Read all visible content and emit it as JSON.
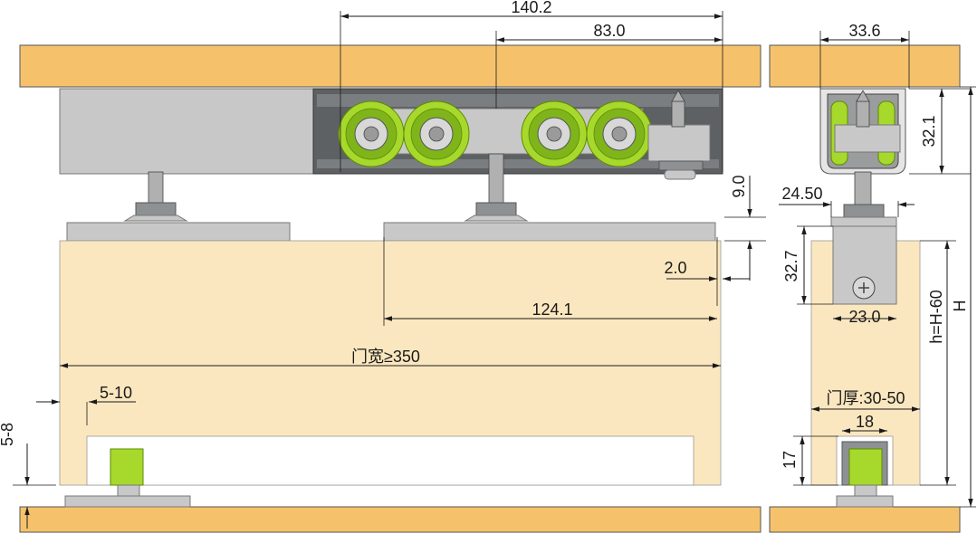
{
  "dimensions": {
    "d_140_2": "140.2",
    "d_83_0": "83.0",
    "d_33_6": "33.6",
    "d_32_1": "32.1",
    "d_9_0": "9.0",
    "d_24_50": "24.50",
    "d_32_7": "32.7",
    "d_2_0": "2.0",
    "d_124_1": "124.1",
    "d_23_0": "23.0",
    "door_width": "门宽≥350",
    "d_5_10": "5-10",
    "d_5_8": "5-8",
    "door_thickness": "门厚:30-50",
    "d_18": "18",
    "d_17": "17",
    "h_label": "h=H-60",
    "H_label": "H"
  },
  "colors": {
    "board": "#f5c26b",
    "door": "#fbe7bf",
    "wheel": "#a7d92c",
    "metal": "#c8c8c8",
    "rail": "#5d6163"
  }
}
